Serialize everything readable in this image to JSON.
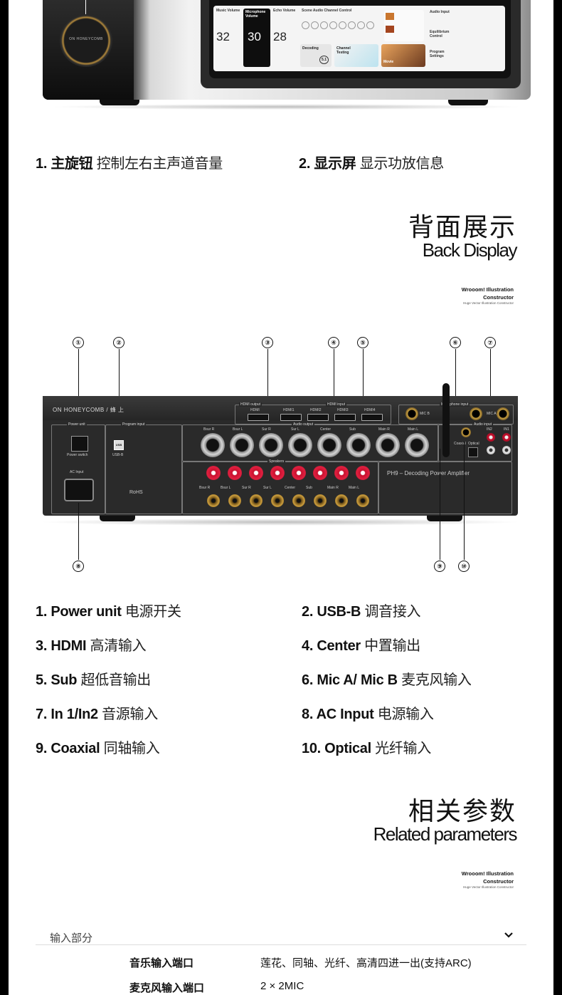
{
  "front": {
    "knob_brand": "ON HONEYCOMB",
    "screen": {
      "music_volume_label": "Music Volume",
      "music_volume_value": "32",
      "mic_volume_label": "Microphone Volume",
      "mic_volume_value": "30",
      "echo_volume_label": "Echo Volume",
      "echo_volume_value": "28",
      "scene_audio_label": "Scene Audio Channel Control",
      "decoding_label": "Decoding",
      "decoding_badge": "5.1",
      "channel_testing_label": "Channel Testing",
      "movie_label": "Movie",
      "audio_input_label": "Audio Input",
      "equilibrium_label": "Equilibrium Control",
      "program_settings_label": "Program Settings"
    },
    "captions": [
      {
        "label": "1. 主旋钮",
        "desc": "控制左右主声道音量"
      },
      {
        "label": "2. 显示屏",
        "desc": "显示功放信息"
      }
    ]
  },
  "back_section": {
    "title_cn": "背面展示",
    "title_en": "Back Display",
    "credit_line1": "Wrooom! Illustration",
    "credit_line2": "Constructor",
    "credit_small": "Huge Vector Illustration Constructor"
  },
  "back_panel": {
    "brand": "ON HONEYCOMB  /  蜂  上",
    "power_unit": "Power unit",
    "power_switch": "Power switch",
    "program_input": "Program input",
    "usb_b": "USB-B",
    "ac_input": "AC Input",
    "rohs": "RoHS",
    "hdmi_output": "HDMI output",
    "hdmi_input": "HDMI input",
    "hdmi_ports": [
      "HDMI",
      "HDMI1",
      "HDMI2",
      "HDMI3",
      "HDMI4"
    ],
    "audio_output": "Audio output",
    "xlr_labels": [
      "Bsur R",
      "Bsur L",
      "Sur R",
      "Sur L",
      "Center",
      "Sub",
      "Main R",
      "Main L"
    ],
    "microphone_input": "Microphone input",
    "mic_b": "MIC B",
    "mic_a": "MIC A",
    "audio_input": "Audio input",
    "in2": "IN2",
    "in1": "IN1",
    "coaxial": "Coaxial",
    "optical": "Optical",
    "speakers": "Speakers",
    "speaker_labels": [
      "Bsur R",
      "Bsur L",
      "Sur R",
      "Sur L",
      "Center",
      "Sub",
      "Main R",
      "Main L"
    ],
    "model": "PH9 – Decoding Power Amplifier"
  },
  "callouts": [
    "①",
    "②",
    "③",
    "④",
    "⑤",
    "⑥",
    "⑦",
    "⑧",
    "⑨",
    "⑩"
  ],
  "back_captions": [
    {
      "label": "1. Power unit",
      "desc": "电源开关"
    },
    {
      "label": "2. USB-B",
      "desc": "调音接入"
    },
    {
      "label": "3. HDMI",
      "desc": "高清输入"
    },
    {
      "label": "4. Center",
      "desc": "中置输出"
    },
    {
      "label": "5. Sub",
      "desc": "超低音输出"
    },
    {
      "label": "6. Mic A/ Mic B",
      "desc": "麦克风输入"
    },
    {
      "label": "7. In 1/In2",
      "desc": "音源输入"
    },
    {
      "label": "8. AC Input",
      "desc": "电源输入"
    },
    {
      "label": "9. Coaxial",
      "desc": "同轴输入"
    },
    {
      "label": "10. Optical",
      "desc": "光纤输入"
    }
  ],
  "params_section": {
    "title_cn": "相关参数",
    "title_en": "Related parameters",
    "credit_line1": "Wrooom! Illustration",
    "credit_line2": "Constructor",
    "credit_small": "Huge Vector Illustration Constructor"
  },
  "specs": {
    "section_label": "输入部分",
    "chevron_icon": "chevron-down-icon",
    "rows": [
      {
        "key": "音乐输入端口",
        "value": "莲花、同轴、光纤、高清四进一出(支持ARC)"
      },
      {
        "key": "麦克风输入端口",
        "value": "2 × 2MIC"
      }
    ]
  }
}
